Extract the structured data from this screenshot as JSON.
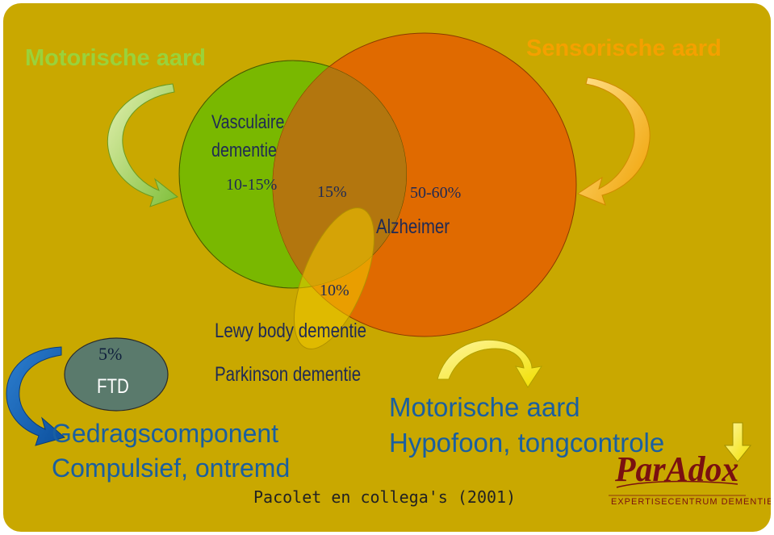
{
  "titles": {
    "left": "Motorische aard",
    "right": "Sensorische aard"
  },
  "circles": {
    "vascular": {
      "label_line1": "Vasculaire",
      "label_line2": "dementie",
      "percent": "10-15%"
    },
    "overlap": {
      "percent": "15%"
    },
    "alzheimer": {
      "label": "Alzheimer",
      "percent": "50-60%"
    },
    "lewy": {
      "percent": "10%",
      "label": "Lewy body dementie",
      "parkinson": "Parkinson dementie"
    },
    "ftd": {
      "percent": "5%",
      "label": "FTD"
    }
  },
  "notes": {
    "behaviour_line1": "Gedragscomponent",
    "behaviour_line2": "Compulsief, ontremd",
    "motor_line1": "Motorische aard",
    "motor_line2": "Hypofoon,  tongcontrole",
    "source": "Pacolet en collega's (2001)"
  },
  "logo": {
    "brand": "ParAdox",
    "tagline": "EXPERTISECENTRUM DEMENTIE"
  },
  "colors": {
    "background": "#c9a800",
    "vascular": "#79b800",
    "alzheimer": "#e06a00",
    "overlap": "#b3760e",
    "lewy": "#f0c800",
    "ftd": "#5a7a6c",
    "blue_text": "#1a5fa0"
  }
}
